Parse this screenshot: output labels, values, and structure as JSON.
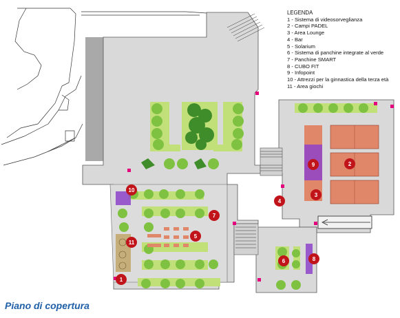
{
  "legend": {
    "title": "LEGENDA",
    "items": [
      {
        "number": "1",
        "label": "1 - Sistema di videosorveglianza"
      },
      {
        "number": "2",
        "label": "2 - Campi PADEL"
      },
      {
        "number": "3",
        "label": "3 - Area Lounge"
      },
      {
        "number": "4",
        "label": "4 - Bar"
      },
      {
        "number": "5",
        "label": "5 - Solarium"
      },
      {
        "number": "6",
        "label": "6 - Sistema di panchine integrate al verde"
      },
      {
        "number": "7",
        "label": "7 - Panchine SMART"
      },
      {
        "number": "8",
        "label": "8 - CUBO FIT"
      },
      {
        "number": "9",
        "label": "9 - Infopoint"
      },
      {
        "number": "10",
        "label": "10 - Attrezzi per la ginnastica della terza età"
      },
      {
        "number": "11",
        "label": "11 - Area giochi"
      }
    ]
  },
  "caption": "Piano di copertura",
  "markers": [
    {
      "number": "1"
    },
    {
      "number": "2"
    },
    {
      "number": "3"
    },
    {
      "number": "4"
    },
    {
      "number": "5"
    },
    {
      "number": "6"
    },
    {
      "number": "7"
    },
    {
      "number": "8"
    },
    {
      "number": "9"
    },
    {
      "number": "10"
    },
    {
      "number": "11"
    }
  ],
  "colors": {
    "building_fill": "#d6d6d6",
    "roof_block": "#a9a9a9",
    "greenery": "#7fc241",
    "greenery_dark": "#3f8d2a",
    "planter": "#c2e07a",
    "padel_court": "#e0876a",
    "marker": "#c0141a",
    "play_area": "#8d43c9",
    "sand": "#c6ae7a",
    "access_point": "#e4007c",
    "caption": "#1f5fa8"
  }
}
